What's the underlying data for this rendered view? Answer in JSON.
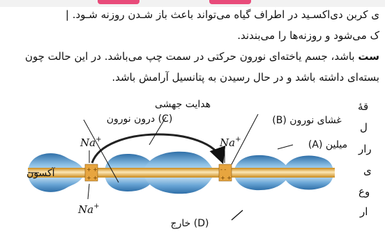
{
  "text": {
    "line1": "ی کربن دی‌اکسـید در اطراف گیاه می‌تواند باعث باز شـدن روزنه شـود. |",
    "line2": "ک می‌شود و روزنه‌ها را می‌بندند.",
    "line3_bold": "ست",
    "line3_rest": " باشد، جسم یاخته‌ای نورون حرکتی در سمت چپ می‌باشد. در این حالت چون",
    "line4": "بسته‌ای داشته باشد و در حال رسیدن به پتانسیل آرامش باشد.",
    "side1": "قهٔ",
    "side2": "ل",
    "side3": "رار",
    "side4": "ی",
    "side5": "وع",
    "side6": "ار"
  },
  "figure": {
    "label_C": "(C) درون نورون",
    "label_direction": "هدایت جهشی",
    "label_B": "غشای نورون (B)",
    "label_A": "میلین (A)",
    "label_axon": "آکسون",
    "label_D": "(D) خارج",
    "ion": "Na",
    "ion_charge": "+"
  },
  "colors": {
    "myelin": "#6aa6d6",
    "myelin_light": "#b9d8ef",
    "axon": "#f0b23c",
    "axon_light": "#fbe2a8",
    "node": "#d88b2c"
  }
}
